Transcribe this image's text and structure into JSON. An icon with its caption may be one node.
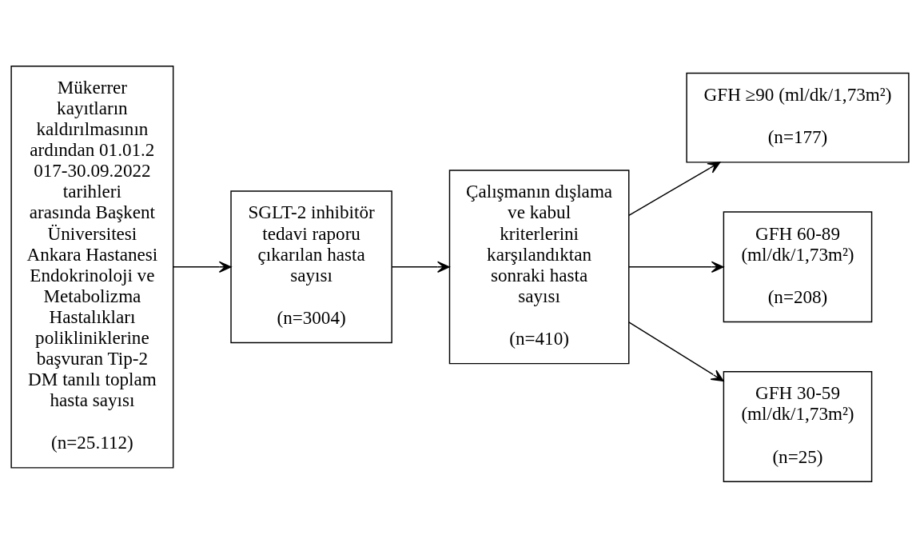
{
  "diagram": {
    "nodes": [
      {
        "text": [
          "Mükerrer kayıtların kaldırılmasının ardından 01.01.2017-30.09.2022 tarihleri arasında Başkent Üniversitesi Ankara Hastanesi Endokrinoloji ve Metabolizma Hastalıkları polikliniklerine başvuran Tip-2 DM tanılı toplam hasta sayısı",
          "(n=25.112)"
        ]
      },
      {
        "text": [
          "SGLT-2 inhibitör tedavi raporu çıkarılan hasta sayısı",
          "(n=3004)"
        ]
      },
      {
        "text": [
          "Çalışmanın dışlama ve kabul kriterlerini karşılandıktan sonraki hasta sayısı",
          "(n=410)"
        ]
      },
      {
        "text": [
          "GFH ≥90 (ml/dk/1,73m²)",
          "(n=177)"
        ]
      },
      {
        "text": [
          "GFH 60-89 (ml/dk/1,73m²)",
          "(n=208)"
        ]
      },
      {
        "text": [
          "GFH 30-59 (ml/dk/1,73m²)",
          "(n=25)"
        ]
      }
    ],
    "edges": [
      {
        "from": 0,
        "to": 1,
        "arrow": "to"
      },
      {
        "from": 1,
        "to": 2,
        "arrow": "to"
      },
      {
        "from": 2,
        "to": 3,
        "arrow": "to"
      },
      {
        "from": 2,
        "to": 4,
        "arrow": "to"
      },
      {
        "from": 2,
        "to": 5,
        "arrow": "to"
      }
    ]
  }
}
